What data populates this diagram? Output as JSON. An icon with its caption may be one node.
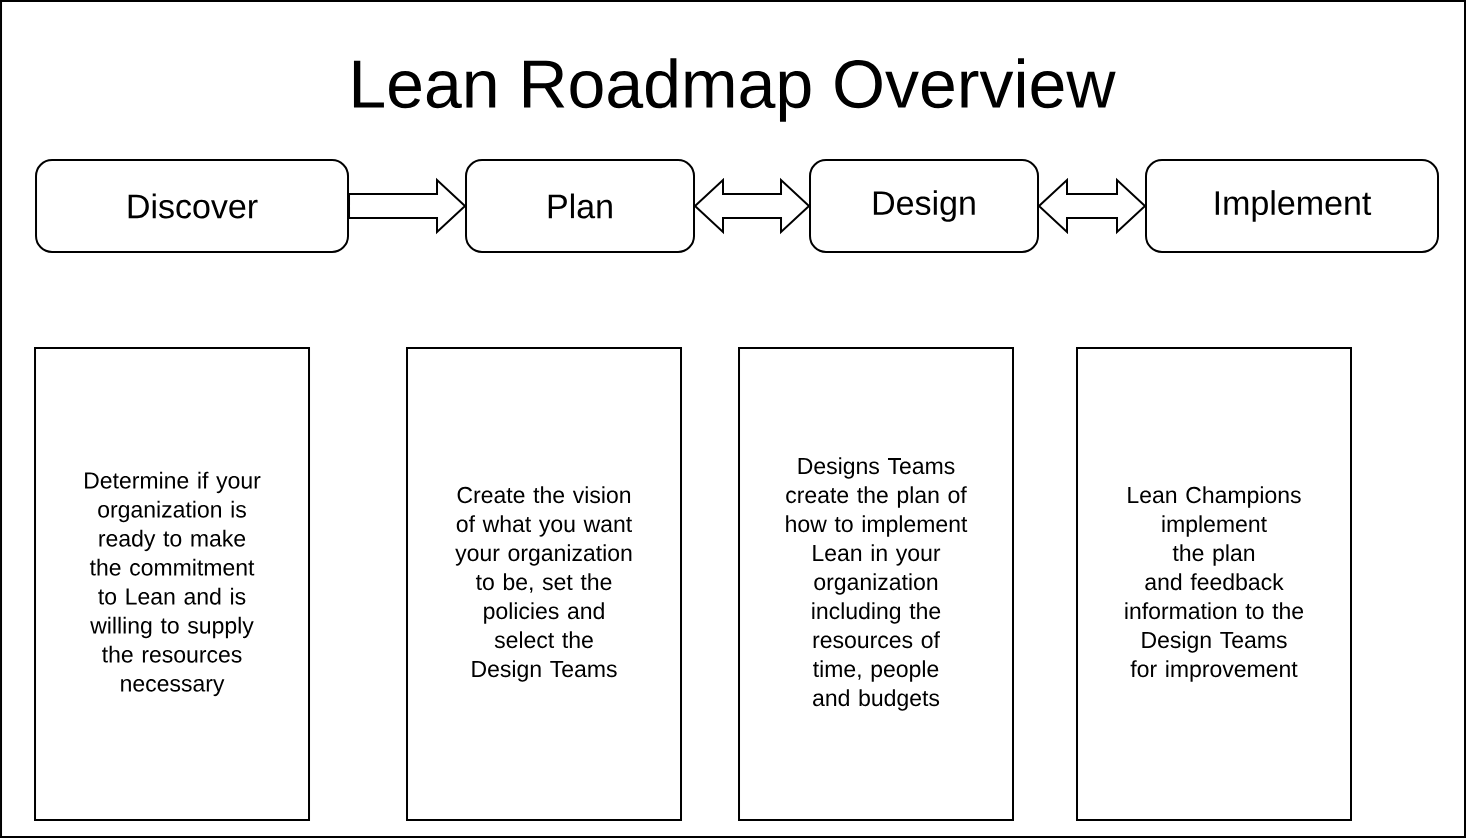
{
  "diagram": {
    "title": "Lean Roadmap Overview",
    "nodes": [
      {
        "text": [
          "Discover"
        ]
      },
      {
        "text": [
          "Plan"
        ]
      },
      {
        "text": [
          "Design"
        ]
      },
      {
        "text": [
          "Implement"
        ]
      },
      {
        "text": [
          "Determine if your organization is ready to make the commitment to Lean and is willing to supply the resources necessary"
        ]
      },
      {
        "text": [
          "Create the vision of what you want your organization to be, set the policies and select the Design Teams"
        ]
      },
      {
        "text": [
          "Designs Teams create the plan of how to implement Lean in your organization including the resources of time, people and budgets"
        ]
      },
      {
        "text": [
          "Lean Champions implement the plan and feedback information to the Design Teams for improvement"
        ]
      }
    ],
    "edges": [
      {
        "from": 0,
        "to": 1,
        "arrow": "to"
      },
      {
        "from": 1,
        "to": 2,
        "arrow": "both"
      },
      {
        "from": 2,
        "to": 3,
        "arrow": "both"
      }
    ]
  }
}
